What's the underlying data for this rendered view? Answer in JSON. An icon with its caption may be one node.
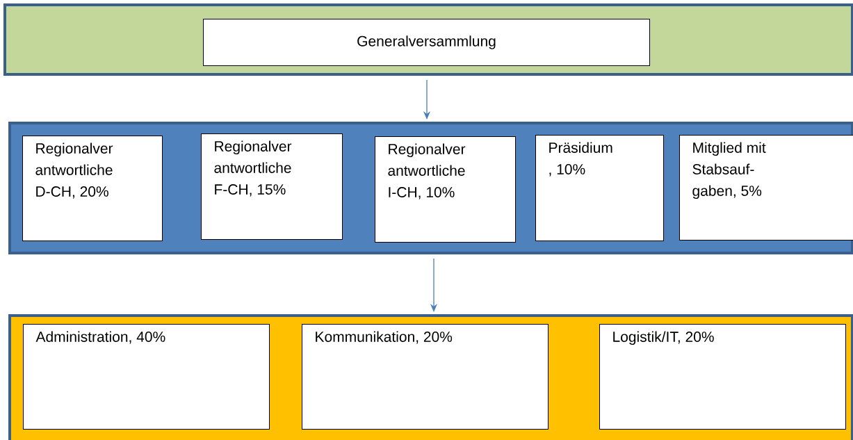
{
  "diagram": {
    "nodes": [
      {
        "text": [],
        "shape": "box"
      },
      {
        "text": [
          "Generalversammlung"
        ],
        "in": 0
      },
      {
        "text": [],
        "shape": "box"
      },
      {
        "text": [
          "Regionalver antwortliche D-CH, 20%"
        ],
        "in": 2
      },
      {
        "text": [
          "Regionalver antwortliche F-CH, 15%"
        ],
        "in": 2
      },
      {
        "text": [
          "Regionalver antwortliche I-CH, 10%"
        ],
        "in": 2
      },
      {
        "text": [
          "Präsidium , 10%"
        ],
        "in": 2
      },
      {
        "text": [
          "Mitglied mit Stabsauf- gaben, 5%"
        ],
        "in": 2
      },
      {
        "text": [],
        "shape": "box"
      },
      {
        "text": [
          "Administration, 40%"
        ],
        "in": 8
      },
      {
        "text": [
          "Kommunikation, 20%"
        ],
        "in": 8
      },
      {
        "text": [
          "Logistik/IT, 20%"
        ],
        "in": 8
      }
    ],
    "edges": [
      {
        "from": 0,
        "to": 2,
        "arrow": "to"
      },
      {
        "from": 2,
        "to": 8,
        "arrow": "to"
      }
    ]
  }
}
